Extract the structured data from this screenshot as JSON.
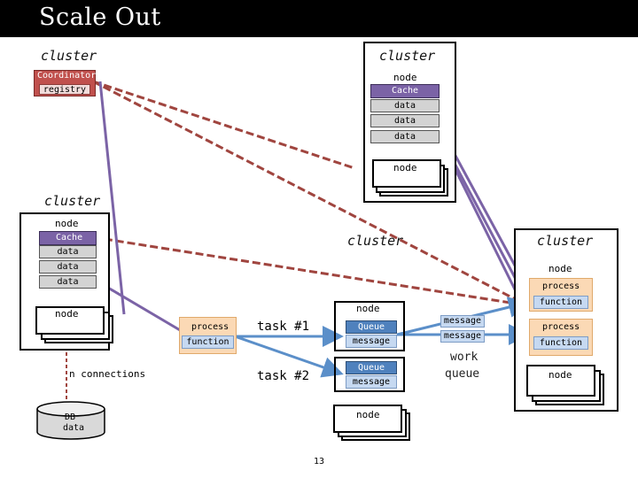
{
  "slide": {
    "title": "Scale Out",
    "page_number": "13"
  },
  "labels": {
    "cluster": "cluster",
    "node": "node",
    "cache": "Cache",
    "data": "data",
    "coordinator": "Coordinator",
    "registry": "registry",
    "process": "process",
    "function": "function",
    "queue": "Queue",
    "message": "message",
    "task1": "task #1",
    "task2": "task #2",
    "work_queue_line1": "work",
    "work_queue_line2": "queue",
    "connections": "n connections",
    "db": "DB",
    "db_data": "data"
  },
  "colors": {
    "purple_link": "#7b63a6",
    "red_link": "#a0453f",
    "blue_link": "#5b8fc9"
  }
}
